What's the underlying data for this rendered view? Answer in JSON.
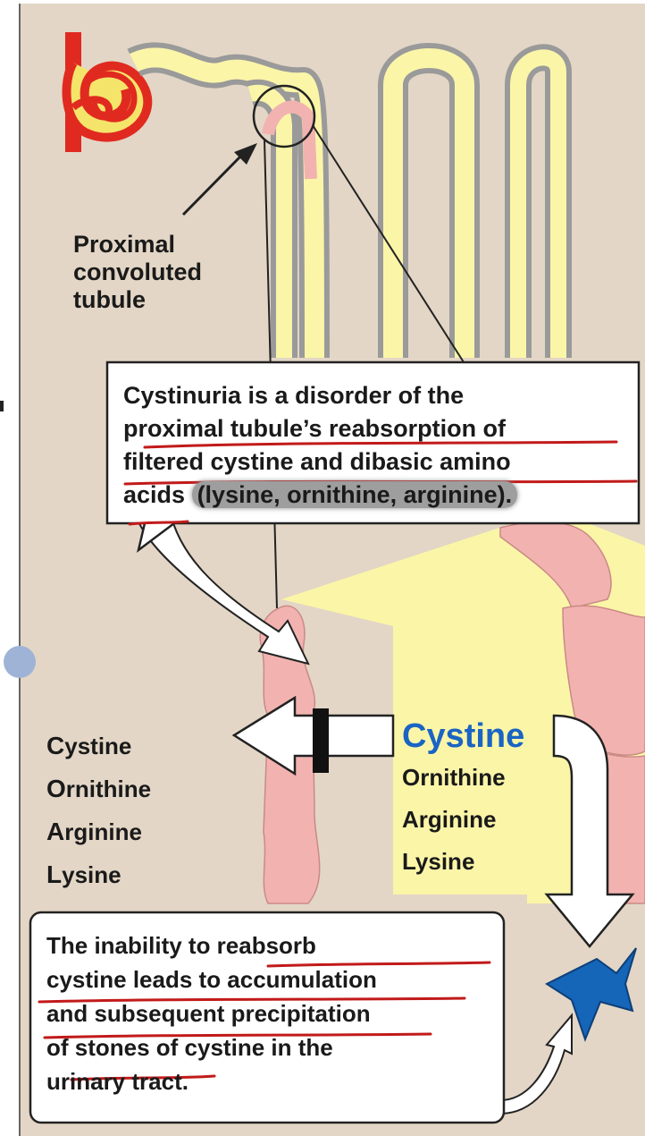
{
  "labels": {
    "proximal_tubule": [
      "Proximal",
      "convoluted",
      "tubule"
    ]
  },
  "top_box": {
    "lines": [
      "Cystinuria is a disorder of the",
      "proximal tubule’s reabsorption of",
      "filtered cystine and dibasic amino"
    ],
    "line4_start": "acids",
    "line4_highlight": "(lysine, ornithine, arginine)."
  },
  "left_amino_acids": [
    {
      "initial": "C",
      "rest": "ystine"
    },
    {
      "initial": "O",
      "rest": "rnithine"
    },
    {
      "initial": "A",
      "rest": "rginine"
    },
    {
      "initial": "L",
      "rest": "ysine"
    }
  ],
  "right_amino_acids": {
    "highlighted": "Cystine",
    "others": [
      "Ornithine",
      "Arginine",
      "Lysine"
    ]
  },
  "bottom_box": {
    "lines": [
      "The inability to reabsorb",
      "cystine leads to accumulation",
      "and subsequent precipitation",
      "of stones of cystine in the",
      "urinary tract."
    ]
  },
  "colors": {
    "background": "#e3d6c6",
    "tubule_lumen": "#fbf5a8",
    "tubule_wall": "#b8b8b8",
    "cell_pink": "#f2b3b0",
    "vessel_red": "#e02a20",
    "stone_blue": "#1565b8",
    "cystine_text_blue": "#1a64c4",
    "underline_red": "#c21a1a"
  },
  "icons": [
    "cystine-stone-icon",
    "transporter-blocked-bar"
  ]
}
